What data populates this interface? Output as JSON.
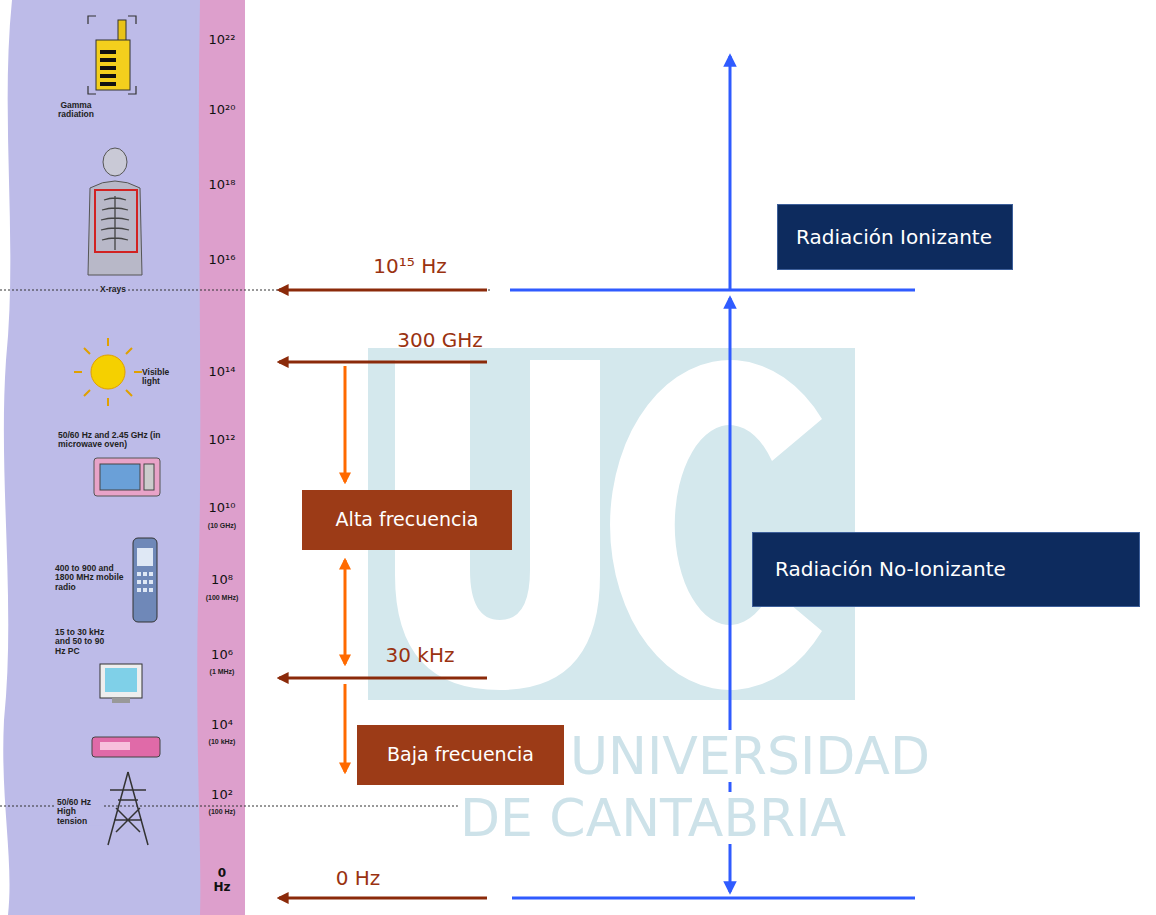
{
  "diagram": {
    "nodes": [
      {
        "text": [
          "Radiación Ionizante"
        ]
      },
      {
        "text": [
          "Alta frecuencia"
        ]
      },
      {
        "text": [
          "Radiación No-Ionizante"
        ]
      },
      {
        "text": [
          "Baja frecuencia"
        ]
      }
    ],
    "labels": [
      "10²²",
      "Gamma radiation",
      "10²⁰",
      "10¹⁸",
      "10¹⁶",
      "X-rays",
      "10¹⁴",
      "Visible light",
      "50/60 Hz and 2.45 GHz (in microwave oven)",
      "10¹²",
      "10¹⁰",
      "(10 GHz)",
      "400 to 900 and 1800 MHz mobile radio",
      "10⁸",
      "(100 MHz)",
      "15 to 30 kHz and 50 to 90 Hz PC",
      "10⁶",
      "(1 MHz)",
      "10⁴",
      "(10 kHz)",
      "10²",
      "50/60 Hz High tension",
      "(100 Hz)",
      "0 Hz",
      "10¹⁵ Hz",
      "300 GHz",
      "30 kHz",
      "0 Hz",
      "UNIVERSIDAD",
      "DE CANTABRIA"
    ]
  }
}
